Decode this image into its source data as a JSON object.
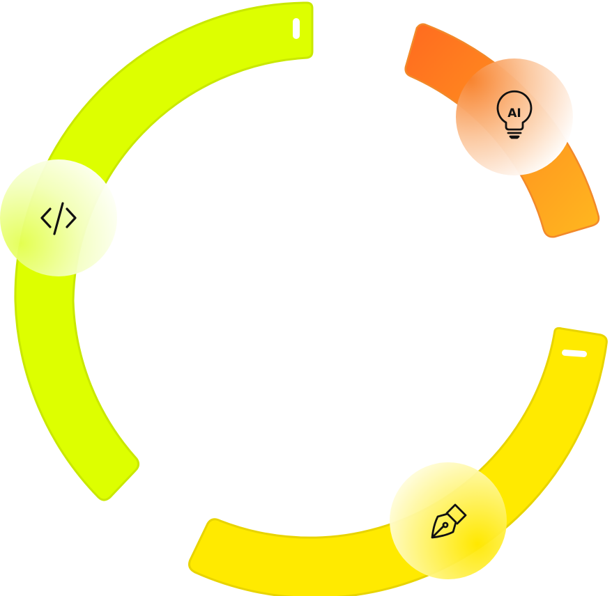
{
  "segments": [
    {
      "id": "lime",
      "color": "#DDFF00",
      "edge": "#C9E800"
    },
    {
      "id": "orange",
      "gradient_start": "#FF6A1F",
      "gradient_end": "#FFB81F",
      "edge": "#F2892A"
    },
    {
      "id": "yellow",
      "color": "#FFEA00",
      "edge": "#E8D400"
    }
  ],
  "badges": [
    {
      "id": "code",
      "icon": "code-icon",
      "tint": "#ECFF8A"
    },
    {
      "id": "ai",
      "icon": "ai-lightbulb-icon",
      "label": "AI",
      "tint": "#F58A3A"
    },
    {
      "id": "design",
      "icon": "pen-nib-icon",
      "tint": "#FFE81A"
    }
  ],
  "icon_stroke": "#111111"
}
